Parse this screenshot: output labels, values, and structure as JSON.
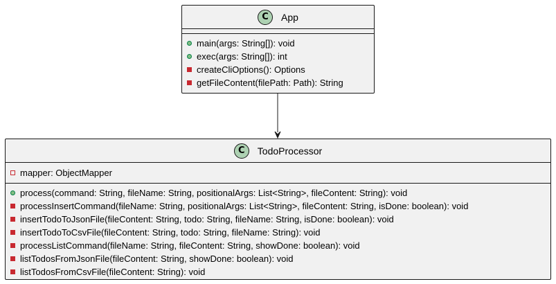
{
  "app": {
    "icon_letter": "C",
    "name": "App",
    "methods": [
      {
        "visibility": "public",
        "text": "main(args: String[]): void"
      },
      {
        "visibility": "public",
        "text": "exec(args: String[]): int"
      },
      {
        "visibility": "private",
        "text": "createCliOptions(): Options"
      },
      {
        "visibility": "private",
        "text": "getFileContent(filePath: Path): String"
      }
    ]
  },
  "todo_processor": {
    "icon_letter": "C",
    "name": "TodoProcessor",
    "fields": [
      {
        "visibility": "private",
        "text": "mapper: ObjectMapper"
      }
    ],
    "methods": [
      {
        "visibility": "public",
        "text": "process(command: String, fileName: String, positionalArgs: List<String>, fileContent: String): void"
      },
      {
        "visibility": "private",
        "text": "processInsertCommand(fileName: String, positionalArgs: List<String>, fileContent: String, isDone: boolean): void"
      },
      {
        "visibility": "private",
        "text": "insertTodoToJsonFile(fileContent: String, todo: String, fileName: String, isDone: boolean): void"
      },
      {
        "visibility": "private",
        "text": "insertTodoToCsvFile(fileContent: String, todo: String, fileName: String): void"
      },
      {
        "visibility": "private",
        "text": "processListCommand(fileName: String, fileContent: String, showDone: boolean): void"
      },
      {
        "visibility": "private",
        "text": "listTodosFromJsonFile(fileContent: String, showDone: boolean): void"
      },
      {
        "visibility": "private",
        "text": "listTodosFromCsvFile(fileContent: String): void"
      }
    ]
  },
  "colors": {
    "class_fill": "#f1f1f1",
    "border": "#181818",
    "class_icon_fill": "#add1b2",
    "public_marker": "#84be84",
    "private_marker": "#c82930"
  }
}
